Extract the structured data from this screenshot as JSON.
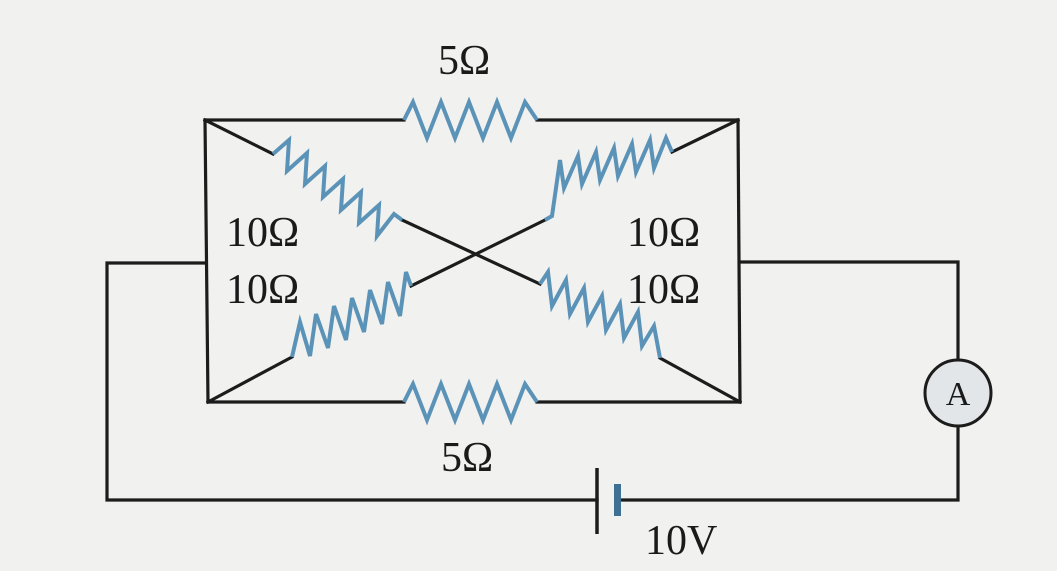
{
  "colors": {
    "wire": "#1c1c1c",
    "resistor": "#5b93b8",
    "background": "#f1f1ef",
    "ammeter_fill": "#e3e6e8"
  },
  "labels": {
    "top_resistor": "5Ω",
    "bottom_resistor": "5Ω",
    "upper_left_resistor": "10Ω",
    "lower_left_resistor": "10Ω",
    "upper_right_resistor": "10Ω",
    "lower_right_resistor": "10Ω",
    "battery": "10V",
    "ammeter": "A"
  }
}
